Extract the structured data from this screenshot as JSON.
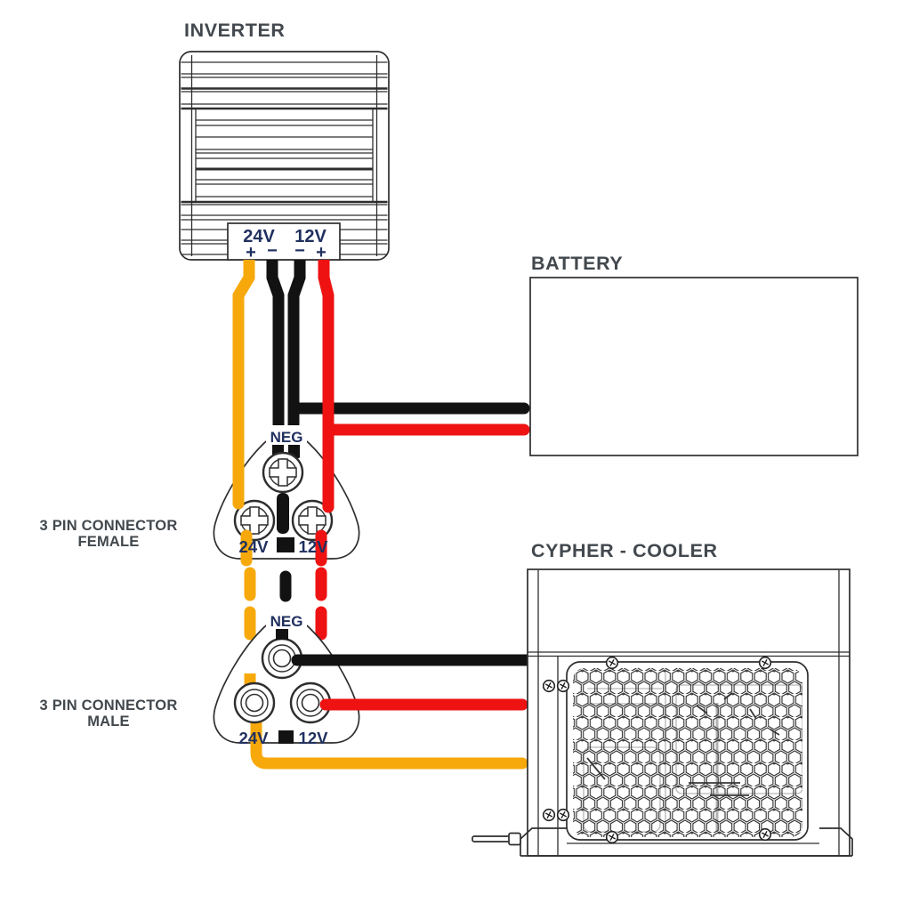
{
  "titles": {
    "inverter": "INVERTER",
    "battery": "BATTERY",
    "cooler": "CYPHER - COOLER"
  },
  "labels": {
    "female_line1": "3 PIN CONNECTOR",
    "female_line2": "FEMALE",
    "male_line1": "3 PIN CONNECTOR",
    "male_line2": "MALE"
  },
  "inverter_terminals": {
    "v24": "24V",
    "v12": "12V",
    "plus_24": "+",
    "minus_24": "−",
    "minus_12": "−",
    "plus_12": "+"
  },
  "female_connector": {
    "neg": "NEG",
    "v24": "24V",
    "v12": "12V"
  },
  "male_connector": {
    "neg": "NEG",
    "v24": "24V",
    "v12": "12V"
  },
  "colors": {
    "wire_yellow": "#F7A90B",
    "wire_red": "#EE1212",
    "wire_black": "#121212",
    "label_navy": "#20305F",
    "title_gray": "#42484D",
    "line_dark": "#2E2E2E",
    "line_faint": "#C3C3C3"
  }
}
